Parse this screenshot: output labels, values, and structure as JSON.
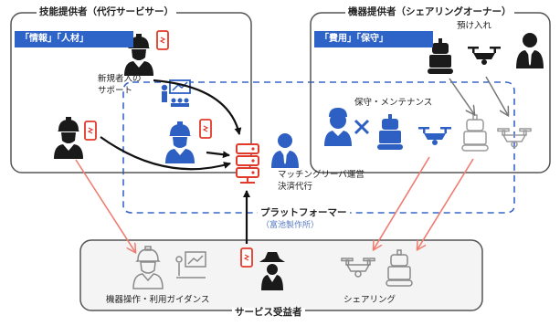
{
  "skill_provider": {
    "title": "技能提供者（代行サービサー）",
    "tags": "「情報」「人材」",
    "newcomer_support": "新規者入の\nサポート"
  },
  "equipment_provider": {
    "title": "機器提供者（シェアリングオーナー）",
    "tags": "「費用」「保守」",
    "deposit": "預け入れ",
    "maintenance": "保守・メンテナンス"
  },
  "platform": {
    "matching": "マッチングリーバ運営",
    "settlement": "決済代行",
    "title": "プラットフォーマー",
    "company": "（富池製作所）"
  },
  "service_recipient": {
    "title": "サービス受益者",
    "guidance": "機器操作・利用ガイダンス",
    "sharing": "シェアリング"
  },
  "colors": {
    "platform_dash": "#3a66c9",
    "accent_red": "#e23a2a",
    "icon_dark": "#1a1a1a",
    "icon_blue": "#2e5fc2",
    "icon_gray": "#9a9a9a",
    "arrow_pink": "#f07b70"
  },
  "icons": [
    "worker-helmet-icon",
    "smartphone-icon",
    "presentation-icon",
    "robot-icon",
    "drone-icon",
    "businessman-icon",
    "wrench-icon",
    "server-icon",
    "farmer-icon"
  ]
}
